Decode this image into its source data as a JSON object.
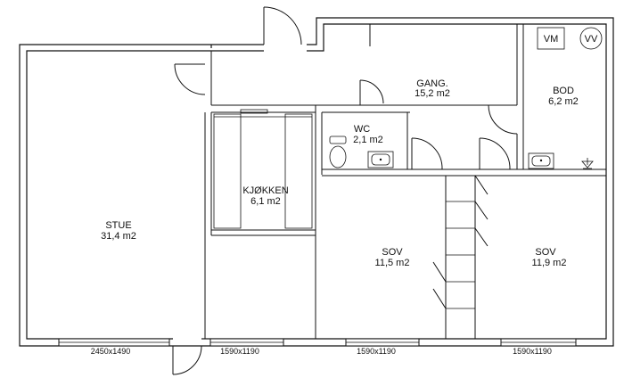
{
  "rooms": {
    "stue": {
      "name": "STUE",
      "area": "31,4 m2"
    },
    "kjokken": {
      "name": "KJØKKEN",
      "area": "6,1 m2"
    },
    "wc": {
      "name": "WC",
      "area": "2,1 m2"
    },
    "gang": {
      "name": "GANG.",
      "area": "15,2 m2"
    },
    "bod": {
      "name": "BOD",
      "area": "6,2 m2"
    },
    "sov1": {
      "name": "SOV",
      "area": "11,5 m2"
    },
    "sov2": {
      "name": "SOV",
      "area": "11,9 m2"
    }
  },
  "fixtures": {
    "vm": "VM",
    "vv": "VV"
  },
  "windows": {
    "stue": "2450x1490",
    "kjokken": "1590x1190",
    "sov1": "1590x1190",
    "sov2": "1590x1190"
  }
}
